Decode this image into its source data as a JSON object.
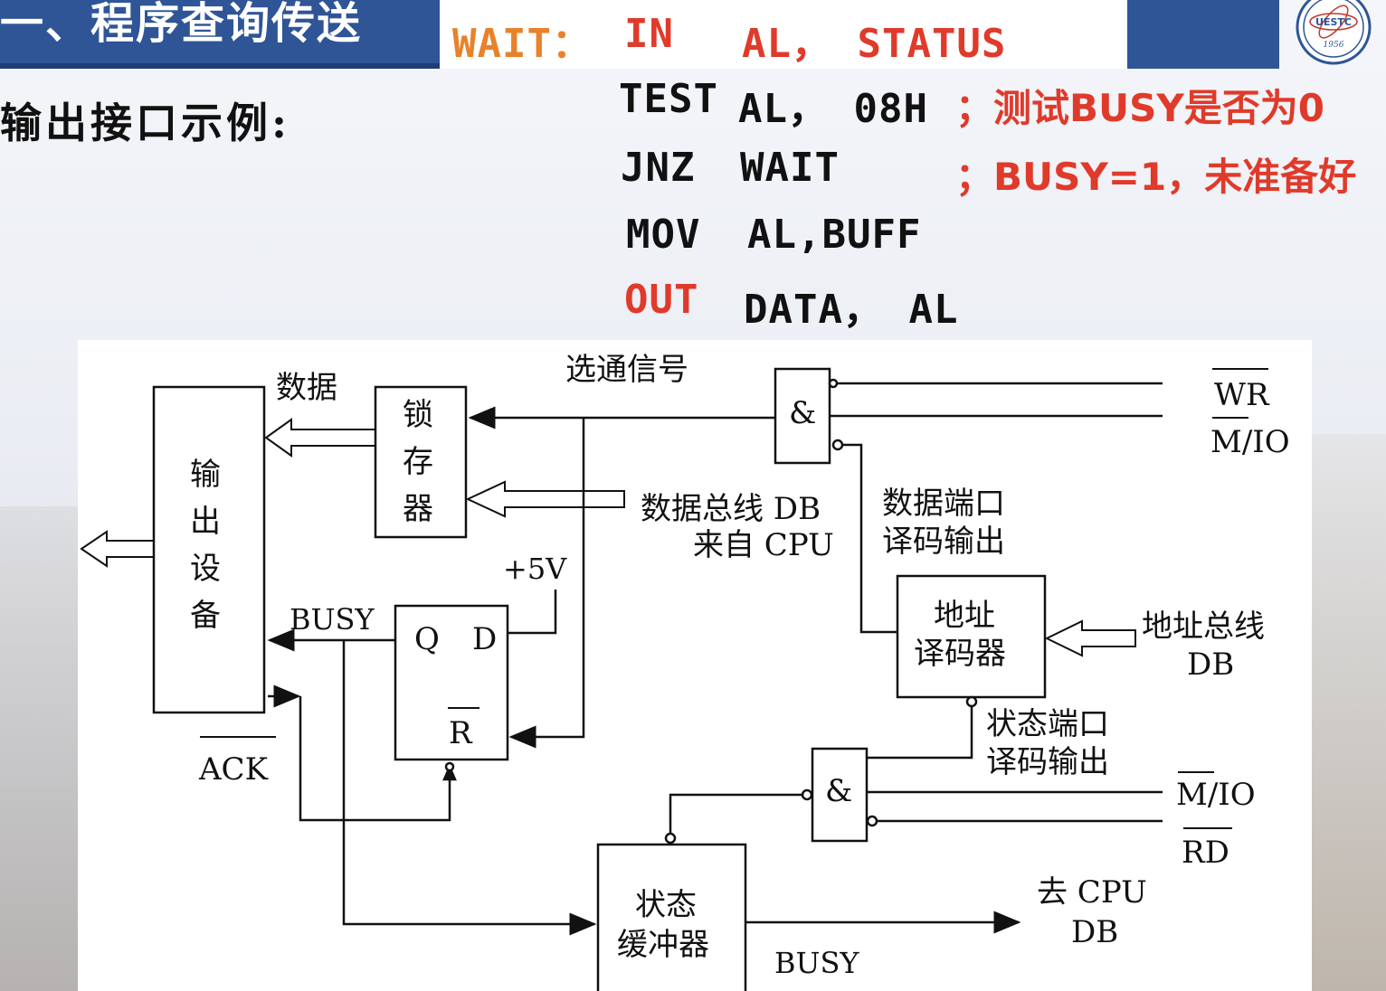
{
  "slide": {
    "title": "一、程序查询传送",
    "subheading": "输出接口示例:",
    "logo_text": "UESTC",
    "logo_year": "1956"
  },
  "code": {
    "line1": {
      "label": "WAIT：",
      "op": "IN",
      "args": "AL， STATUS"
    },
    "line2": {
      "op": "TEST",
      "args": "AL， 08H",
      "comment": "；测试BUSY是否为0"
    },
    "line3": {
      "op": "JNZ",
      "args": "WAIT",
      "comment": "；BUSY=1，未准备好"
    },
    "line4": {
      "op": "MOV",
      "args": "AL,BUFF"
    },
    "line5": {
      "op": "OUT",
      "args": "DATA， AL"
    }
  },
  "diagram": {
    "output_device": "输出设备",
    "latch": "锁存器",
    "data_label": "数据",
    "strobe_label": "选通信号",
    "and_symbol": "&",
    "wr": "WR",
    "mio": "M/IO",
    "rd": "RD",
    "data_bus_line1": "数据总线 DB",
    "data_bus_line2": "来自 CPU",
    "data_port_line1": "数据端口",
    "data_port_line2": "译码输出",
    "plus5v": "+5V",
    "busy": "BUSY",
    "q": "Q",
    "d": "D",
    "r": "R",
    "ack": "ACK",
    "addr_decoder_line1": "地址",
    "addr_decoder_line2": "译码器",
    "addr_bus_line1": "地址总线",
    "addr_bus_line2": "DB",
    "status_port_line1": "状态端口",
    "status_port_line2": "译码输出",
    "status_buffer_line1": "状态",
    "status_buffer_line2": "缓冲器",
    "to_cpu_line1": "去 CPU",
    "to_cpu_line2": "DB"
  },
  "colors": {
    "title_bar": "#2f5597",
    "code_red": "#e03a2a",
    "code_orange": "#e8822a"
  }
}
